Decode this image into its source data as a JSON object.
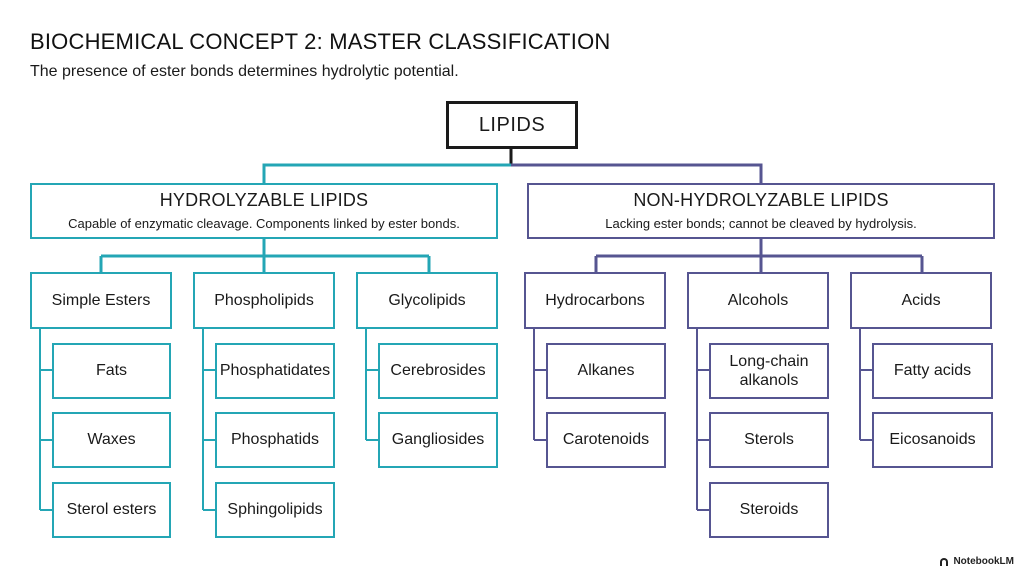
{
  "header": {
    "title": "BIOCHEMICAL CONCEPT 2: MASTER CLASSIFICATION",
    "subtitle": "The presence of ester bonds determines hydrolytic potential."
  },
  "root": {
    "label": "LIPIDS"
  },
  "colors": {
    "root": "#1a1a1a",
    "hydrolyzable": "#24a6b5",
    "non_hydrolyzable": "#565591"
  },
  "branches": [
    {
      "title": "HYDROLYZABLE LIPIDS",
      "description": "Capable of enzymatic cleavage. Components linked by ester bonds.",
      "categories": [
        {
          "label": "Simple Esters",
          "items": [
            "Fats",
            "Waxes",
            "Sterol esters"
          ]
        },
        {
          "label": "Phospholipids",
          "items": [
            "Phosphatidates",
            "Phosphatids",
            "Sphingolipids"
          ]
        },
        {
          "label": "Glycolipids",
          "items": [
            "Cerebrosides",
            "Gangliosides"
          ]
        }
      ]
    },
    {
      "title": "NON-HYDROLYZABLE LIPIDS",
      "description": "Lacking ester bonds; cannot be cleaved by hydrolysis.",
      "categories": [
        {
          "label": "Hydrocarbons",
          "items": [
            "Alkanes",
            "Carotenoids"
          ]
        },
        {
          "label": "Alcohols",
          "items": [
            "Long-chain alkanols",
            "Sterols",
            "Steroids"
          ]
        },
        {
          "label": "Acids",
          "items": [
            "Fatty acids",
            "Eicosanoids"
          ]
        }
      ]
    }
  ],
  "footer": {
    "brand": "NotebookLM"
  }
}
